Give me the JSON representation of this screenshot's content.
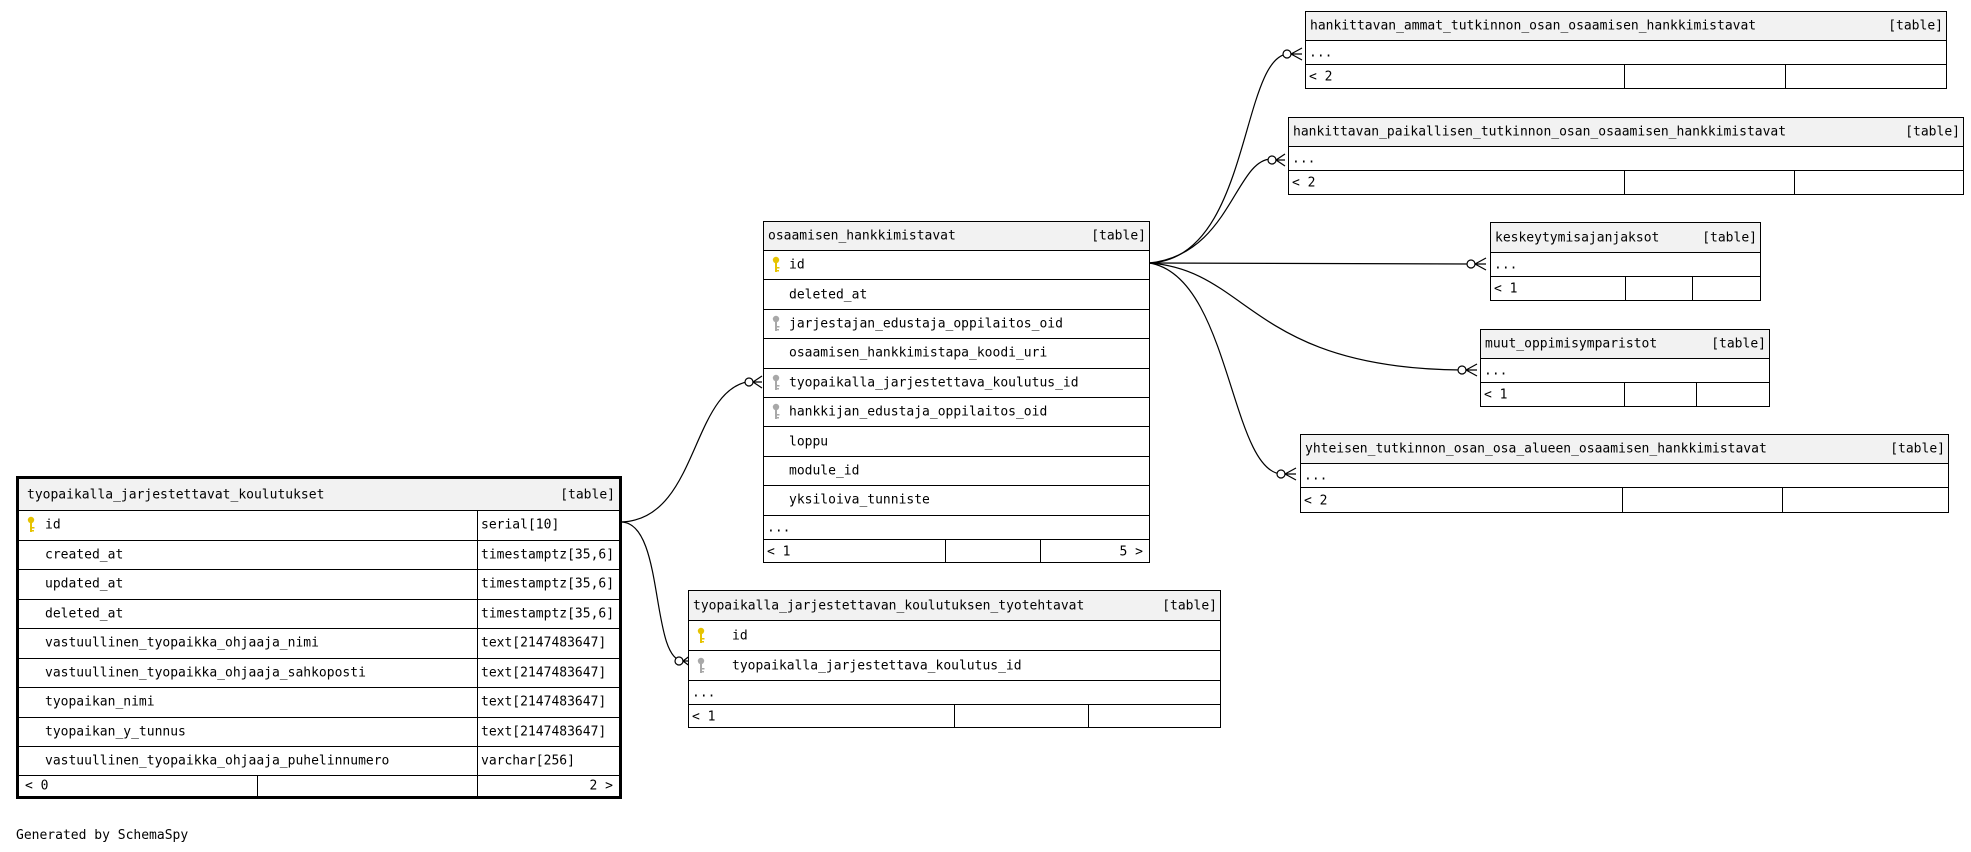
{
  "generator": "Generated by SchemaSpy",
  "tables": {
    "main": {
      "name": "tyopaikalla_jarjestettavat_koulutukset",
      "tag": "[table]",
      "columns": [
        {
          "name": "id",
          "type": "serial[10]",
          "key": "primary"
        },
        {
          "name": "created_at",
          "type": "timestamptz[35,6]",
          "key": "none"
        },
        {
          "name": "updated_at",
          "type": "timestamptz[35,6]",
          "key": "none"
        },
        {
          "name": "deleted_at",
          "type": "timestamptz[35,6]",
          "key": "none"
        },
        {
          "name": "vastuullinen_tyopaikka_ohjaaja_nimi",
          "type": "text[2147483647]",
          "key": "none"
        },
        {
          "name": "vastuullinen_tyopaikka_ohjaaja_sahkoposti",
          "type": "text[2147483647]",
          "key": "none"
        },
        {
          "name": "tyopaikan_nimi",
          "type": "text[2147483647]",
          "key": "none"
        },
        {
          "name": "tyopaikan_y_tunnus",
          "type": "text[2147483647]",
          "key": "none"
        },
        {
          "name": "vastuullinen_tyopaikka_ohjaaja_puhelinnumero",
          "type": "varchar[256]",
          "key": "none"
        }
      ],
      "footer_left": "< 0",
      "footer_right": "2 >"
    },
    "osaamisen": {
      "name": "osaamisen_hankkimistavat",
      "tag": "[table]",
      "columns": [
        {
          "name": "id",
          "key": "primary"
        },
        {
          "name": "deleted_at",
          "key": "none"
        },
        {
          "name": "jarjestajan_edustaja_oppilaitos_oid",
          "key": "foreign"
        },
        {
          "name": "osaamisen_hankkimistapa_koodi_uri",
          "key": "none"
        },
        {
          "name": "tyopaikalla_jarjestettava_koulutus_id",
          "key": "foreign"
        },
        {
          "name": "hankkijan_edustaja_oppilaitos_oid",
          "key": "foreign"
        },
        {
          "name": "loppu",
          "key": "none"
        },
        {
          "name": "module_id",
          "key": "none"
        },
        {
          "name": "yksiloiva_tunniste",
          "key": "none"
        }
      ],
      "more": "...",
      "footer_left": "< 1",
      "footer_right": "5 >"
    },
    "tyotehtavat": {
      "name": "tyopaikalla_jarjestettavan_koulutuksen_tyotehtavat",
      "tag": "[table]",
      "columns": [
        {
          "name": "id",
          "key": "primary"
        },
        {
          "name": "tyopaikalla_jarjestettava_koulutus_id",
          "key": "foreign"
        }
      ],
      "more": "...",
      "footer_left": "< 1"
    },
    "ammat": {
      "name": "hankittavan_ammat_tutkinnon_osan_osaamisen_hankkimistavat",
      "tag": "[table]",
      "more": "...",
      "footer_left": "< 2"
    },
    "paikallisen": {
      "name": "hankittavan_paikallisen_tutkinnon_osan_osaamisen_hankkimistavat",
      "tag": "[table]",
      "more": "...",
      "footer_left": "< 2"
    },
    "keskeytymis": {
      "name": "keskeytymisajanjaksot",
      "tag": "[table]",
      "more": "...",
      "footer_left": "< 1"
    },
    "muut": {
      "name": "muut_oppimisymparistot",
      "tag": "[table]",
      "more": "...",
      "footer_left": "< 1"
    },
    "yhteisen": {
      "name": "yhteisen_tutkinnon_osan_osa_alueen_osaamisen_hankkimistavat",
      "tag": "[table]",
      "more": "...",
      "footer_left": "< 2"
    }
  },
  "colors": {
    "primary_key": "#e6c300",
    "foreign_key": "#a8a8a8",
    "header_bg": "#f2f2f2"
  },
  "icons": {
    "primary_key": "key-icon",
    "foreign_key": "foreign-key-icon"
  }
}
